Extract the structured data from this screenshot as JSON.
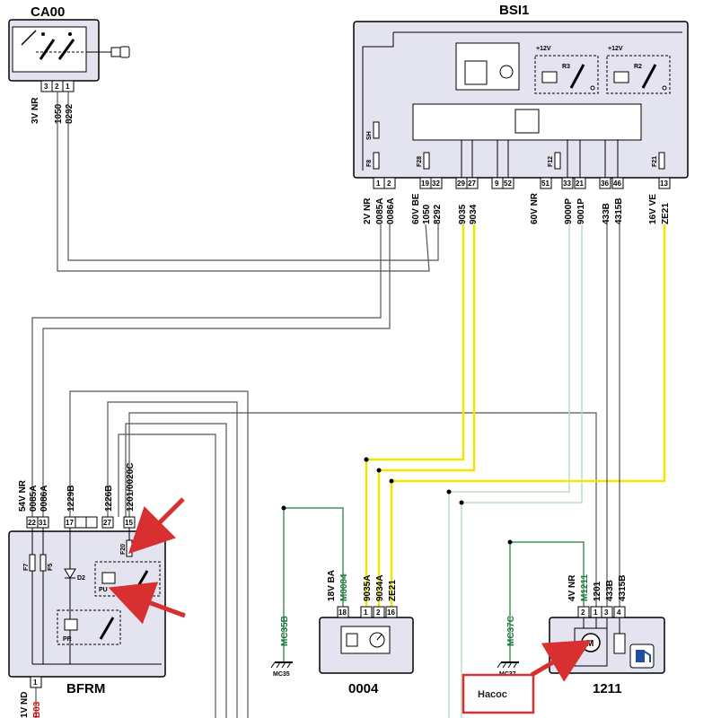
{
  "components": {
    "ca00": {
      "name": "CA00",
      "wires": [
        "3V NR",
        "1050",
        "8292"
      ],
      "pins": [
        "3",
        "2",
        "1"
      ]
    },
    "bsi1": {
      "name": "BSI1",
      "connectors": [
        "2V NR",
        "60V BE",
        "60V NR",
        "16V VE"
      ],
      "wires": [
        "0085A",
        "0086A",
        "1050",
        "8292",
        "9035",
        "9034",
        "9000P",
        "9001P",
        "433B",
        "4315B",
        "ZE21"
      ],
      "pins": [
        "1",
        "2",
        "19",
        "32",
        "29",
        "27",
        "9",
        "52",
        "51",
        "33",
        "21",
        "36",
        "46",
        "13"
      ],
      "fuses": [
        "SH",
        "F8",
        "F28",
        "F12",
        "F21"
      ],
      "relays": [
        "R3",
        "R2"
      ],
      "supply": "+12V"
    },
    "bfrm": {
      "name": "BFRM",
      "connector": "54V NR",
      "wires": [
        "0085A",
        "0086A",
        "1229B",
        "1226B",
        "1201/0020C"
      ],
      "pins": [
        "22",
        "31",
        "17",
        "27",
        "15"
      ],
      "parts": [
        "F7",
        "F5",
        "D2",
        "F20",
        "PU",
        "PR"
      ],
      "bottom_connector": "1V ND",
      "bottom_pin": "1",
      "bottom_wire": "B03"
    },
    "c0004": {
      "name": "0004",
      "connector": "18V BA",
      "wires": [
        "M0004",
        "9035A",
        "9034A",
        "ZE21"
      ],
      "pins": [
        "18",
        "1",
        "2",
        "16"
      ]
    },
    "c1211": {
      "name": "1211",
      "connector": "4V NR",
      "wires": [
        "M1211",
        "1201",
        "433B",
        "4315B"
      ],
      "pins": [
        "2",
        "1",
        "3",
        "4"
      ],
      "motor": "M"
    },
    "grounds": [
      {
        "wire": "MC35B",
        "name": "MC35"
      },
      {
        "wire": "MC37C",
        "name": "MC37"
      }
    ]
  },
  "callout": {
    "label": "Насос"
  },
  "colors": {
    "wire_gray": "#555555",
    "wire_yellow": "#f2e600",
    "wire_green": "#1a7a3a",
    "wire_lightgreen": "#b8e0c0",
    "annotation_red": "#d83030",
    "box_fill": "#e4e4f0"
  }
}
